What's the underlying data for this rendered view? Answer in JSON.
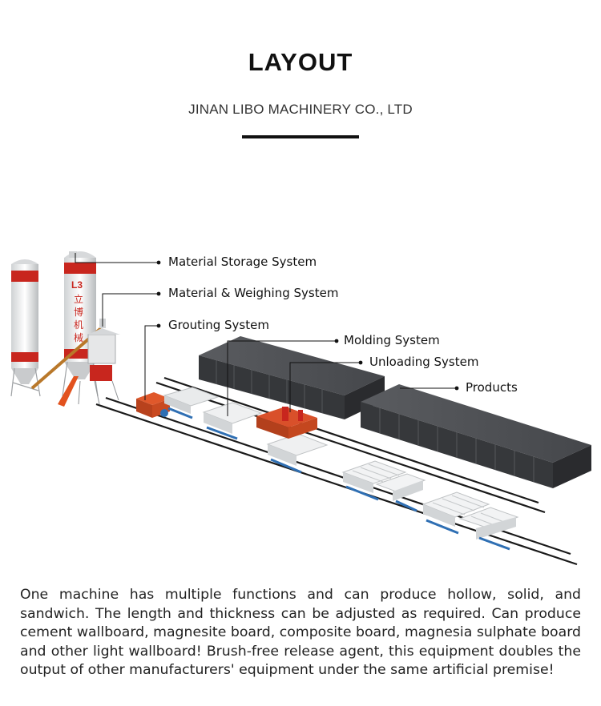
{
  "header": {
    "title": "LAYOUT",
    "company": "JINAN LIBO MACHINERY CO., LTD"
  },
  "silo_logo": {
    "mark": "L3",
    "chars": [
      "立",
      "博",
      "机",
      "械"
    ]
  },
  "labels": {
    "storage": "Material Storage System",
    "weighing": "Material & Weighing System",
    "grouting": "Grouting System",
    "molding": "Molding System",
    "unloading": "Unloading System",
    "products": "Products"
  },
  "description": "One machine has multiple functions and can produce hollow, solid, and sandwich. The length and thickness can be adjusted as required. Can produce cement wallboard, magnesite board, composite board, magnesia sulphate board and other light wallboard! Brush-free release agent, this equipment doubles the output of other manufacturers' equipment under the same artificial premise!",
  "colors": {
    "silo_stripe": "#c8261e",
    "machine_orange": "#d9502a",
    "panel_gray": "#3f4145",
    "rail": "#1a1a1a",
    "cart_blue": "#2f6fb3"
  }
}
